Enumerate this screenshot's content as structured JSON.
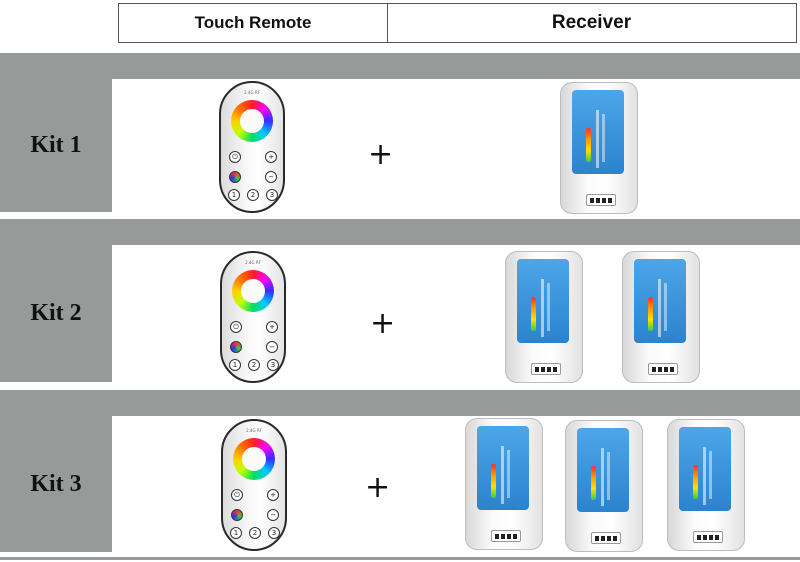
{
  "header": {
    "remote_label": "Touch Remote",
    "receiver_label": "Receiver"
  },
  "kits": [
    {
      "label": "Kit 1",
      "receivers": 1
    },
    {
      "label": "Kit 2",
      "receivers": 2
    },
    {
      "label": "Kit 3",
      "receivers": 3
    }
  ],
  "plus_sign": "+",
  "remote": {
    "brand": "2.4G RF",
    "buttons": [
      "⏻",
      "+",
      "−",
      "1",
      "2",
      "3"
    ]
  },
  "colors": {
    "band_gray": "#969b9a",
    "receiver_panel_blue": "#2b83cf"
  }
}
